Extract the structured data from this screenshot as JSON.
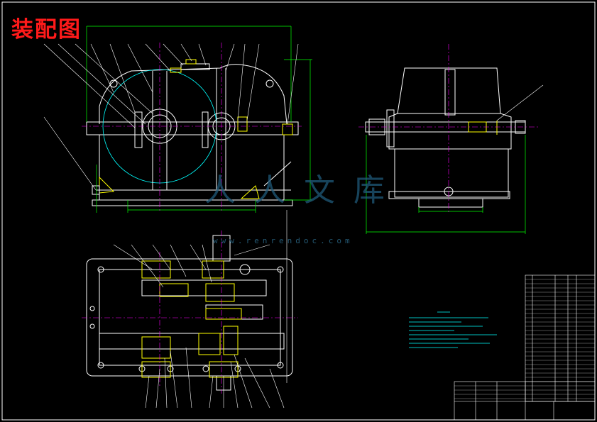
{
  "title": "装配图",
  "watermark": {
    "text": "人人文库",
    "url": "www.renrendoc.com"
  },
  "colors": {
    "background": "#000000",
    "outline": "#ffffff",
    "dimension": "#00ff00",
    "centerline": "#ff00ff",
    "section": "#ffff00",
    "hatch": "#00ffff",
    "title": "#ff1a1a"
  }
}
